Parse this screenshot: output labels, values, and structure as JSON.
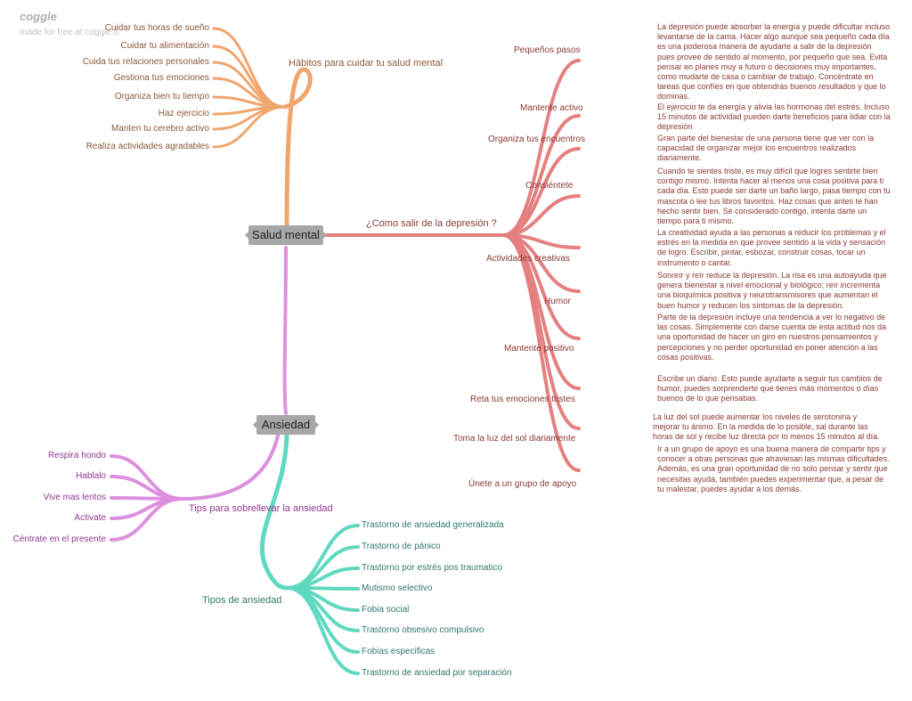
{
  "brand": {
    "logo": "coggle",
    "tagline": "made for free at coggle.it"
  },
  "colors": {
    "habits": "#f0a56d",
    "depression": "#e58080",
    "anxiety": "#dd90e0",
    "types": "#5fd9c0",
    "habits_text": "#8a5a3a",
    "depression_text": "#8a3a35",
    "tips_text": "#8e3a90",
    "types_text": "#2f7a6a"
  },
  "root": {
    "salud_mental": "Salud mental",
    "ansiedad": "Ansiedad"
  },
  "habits": {
    "title": "Hábitos para cuidar tu salud mental",
    "items": [
      "Cuidar tus horas de sueño",
      "Cuidar tu alimentación",
      "Cuida tus relaciones personales",
      "Gestiona tus emociones",
      "Organiza bien tu tiempo",
      "Haz ejercicio",
      "Manten tu cerebro activo",
      "Realiza actividades agradables"
    ]
  },
  "depression": {
    "title": "¿Como salir de la depresión ?",
    "items": [
      {
        "label": "Pequeños pasos",
        "note": "La depresión puede absorber la energía y puede dificultar incluso levantarse de la cama. Hacer algo aunque sea pequeño cada día es una poderosa manera de ayudarte a salir de la depresión pues provee de sentido al momento, por pequeño que sea. Evita pensar en planes muy a futuro o decisiones muy importantes, como mudarte de casa o cambiar de trabajo. Concéntrate en tareas que confíes en que obtendrás buenos resultados y que lo dominas."
      },
      {
        "label": "Mantente activo",
        "note": "El ejercicio te da energía y alivia las hormonas del estrés. Incluso 15 minutos de actividad pueden darte beneficios para lidiar con la depresión"
      },
      {
        "label": "Organiza tus encuentros",
        "note": "Gran parte del bienestar de una persona tiene que ver con la capacidad de organizar mejor los encuentros realizados diariamente."
      },
      {
        "label": "Consiéntete",
        "note": "Cuando te sientes triste, es muy difícil que logres sentirte bien contigo mismo. Intenta hacer al menos una cosa positiva para ti cada día. Esto puede ser darte un baño largo, pasa tiempo con tu mascota o lee tus libros favoritos. Haz cosas que antes te han hecho sentir bien. Sé considerado contigo, intenta darte un tiempo para ti mismo."
      },
      {
        "label": "Actividades creativas",
        "note": "La creatividad ayuda a las personas a reducir los problemas y el estrés en la medida en que provee sentido a la vida y sensación de logro. Escribir, pintar, esbozar, construir cosas, tocar un instrumento o cantar."
      },
      {
        "label": "Humor",
        "note": "Sonreír y reír reduce la depresión. La risa es una autoayuda que genera bienestar a nivel emocional y biológico; reír incrementa una bioquímica positiva y neurotransmisores que aumentan el buen humor y reducen los síntomas de la depresión."
      },
      {
        "label": "Mantente positivo",
        "note": "Parte de la depresión incluye una tendencia a ver lo negativo de las cosas. Simplemente con darse cuenta de esta actitud nos da una oportunidad de hacer un giro en nuestros pensamientos y percepciones y no perder oportunidad en poner atención a las cosas positivas."
      },
      {
        "label": "Reta tus emociones tristes",
        "note": "Escribe un diario. Esto puede ayudarte a seguir tus cambios de humor, puedes sorprenderte que tienes más momentos o días buenos de lo que pensabas."
      },
      {
        "label": "Toma la luz del sol diariamente",
        "note": "La luz del sol puede aumentar los niveles de serotonina y mejorar tu ánimo. En la medida de lo posible, sal durante las horas de sol y recibe luz directa por lo menos 15 minutos al día."
      },
      {
        "label": "Únete a un grupo de apoyo",
        "note": "Ir a un grupo de apoyo es una buena manera de compartir tips y conocer a otras personas que atraviesan las mismas dificultades. Además, es una gran oportunidad de no solo pensar y sentir que necesitas ayuda, también puedes experimentar que, a pesar de tu malestar, puedes ayudar a los demás."
      }
    ]
  },
  "tips": {
    "title": "Tips para sobrellevar la ansiedad",
    "items": [
      "Respira hondo",
      "Hablalo",
      "Vive mas lentos",
      "Activate",
      "Céntrate en el presente"
    ]
  },
  "types": {
    "title": "Tipos de ansiedad",
    "items": [
      "Trastorno de ansiedad generalizada",
      "Trastorno de pánico",
      "Trastorno por estrés pos traumatico",
      "Mutismo selectivo",
      "Fobia social",
      "Trastorno obsesivo compulsivo",
      "Fobias especificas",
      "Trastorno de ansiedad por separación"
    ]
  }
}
